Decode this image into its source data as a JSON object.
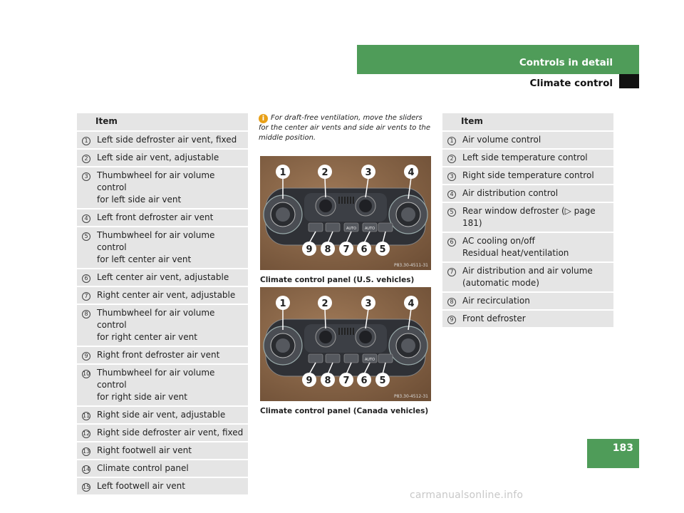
{
  "header": {
    "title": "Controls in detail",
    "subtitle": "Climate control"
  },
  "page_number": "183",
  "left_table": {
    "header": "Item",
    "rows": [
      {
        "num": "1",
        "text": "Left side defroster air vent, fixed"
      },
      {
        "num": "2",
        "text": "Left side air vent, adjustable"
      },
      {
        "num": "3",
        "text": "Thumbwheel for air volume control\nfor left side air vent"
      },
      {
        "num": "4",
        "text": "Left front defroster air vent"
      },
      {
        "num": "5",
        "text": "Thumbwheel for air volume control\nfor left center air vent"
      },
      {
        "num": "6",
        "text": "Left center air vent, adjustable"
      },
      {
        "num": "7",
        "text": "Right center air vent, adjustable"
      },
      {
        "num": "8",
        "text": "Thumbwheel for air volume control\nfor right center air vent"
      },
      {
        "num": "9",
        "text": "Right front defroster air vent"
      },
      {
        "num": "10",
        "text": "Thumbwheel for air volume control\nfor right side air vent"
      },
      {
        "num": "11",
        "text": "Right side air vent, adjustable"
      },
      {
        "num": "12",
        "text": "Right side defroster air vent, fixed"
      },
      {
        "num": "13",
        "text": "Right footwell air vent"
      },
      {
        "num": "14",
        "text": "Climate control panel"
      },
      {
        "num": "15",
        "text": "Left footwell air vent"
      }
    ]
  },
  "info": {
    "icon": "i",
    "text": "For draft-free ventilation, move the sliders for the center air vents and side air vents to the middle position."
  },
  "photos": [
    {
      "caption": "Climate control panel (U.S. vehicles)",
      "code": "P83.30-4511-31",
      "top_labels": [
        "1",
        "2",
        "3",
        "4"
      ],
      "bottom_labels": [
        "9",
        "8",
        "7",
        "6",
        "5"
      ],
      "button_labels": [
        "",
        "",
        "AUTO",
        "AUTO",
        ""
      ]
    },
    {
      "caption": "Climate control panel (Canada vehicles)",
      "code": "P83.30-4512-31",
      "top_labels": [
        "1",
        "2",
        "3",
        "4"
      ],
      "bottom_labels": [
        "9",
        "8",
        "7",
        "6",
        "5"
      ],
      "button_labels": [
        "",
        "",
        "",
        "AUTO",
        ""
      ]
    }
  ],
  "right_table": {
    "header": "Item",
    "rows": [
      {
        "num": "1",
        "text": "Air volume control"
      },
      {
        "num": "2",
        "text": "Left side temperature control"
      },
      {
        "num": "3",
        "text": "Right side temperature control"
      },
      {
        "num": "4",
        "text": "Air distribution control"
      },
      {
        "num": "5",
        "text": "Rear window defroster (▷ page 181)"
      },
      {
        "num": "6",
        "text": "AC cooling on/off\nResidual heat/ventilation"
      },
      {
        "num": "7",
        "text": "Air distribution and air volume\n(automatic mode)"
      },
      {
        "num": "8",
        "text": "Air recirculation"
      },
      {
        "num": "9",
        "text": "Front defroster"
      }
    ]
  },
  "watermark": "carmanualsonline.info"
}
